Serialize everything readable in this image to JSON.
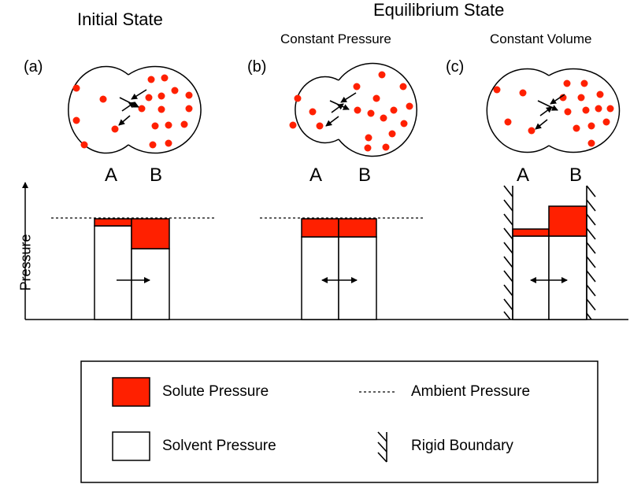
{
  "titles": {
    "initial": "Initial State",
    "equilibrium": "Equilibrium State",
    "constant_pressure": "Constant Pressure",
    "constant_volume": "Constant Volume"
  },
  "panels": {
    "a": {
      "tag": "(a)",
      "left": "A",
      "right": "B"
    },
    "b": {
      "tag": "(b)",
      "left": "A",
      "right": "B"
    },
    "c": {
      "tag": "(c)",
      "left": "A",
      "right": "B"
    }
  },
  "axis": {
    "ylabel": "Pressure"
  },
  "legend": {
    "solute": "Solute Pressure",
    "solvent": "Solvent Pressure",
    "ambient": "Ambient Pressure",
    "rigid": "Rigid Boundary"
  },
  "colors": {
    "solute": "#ff2000",
    "line": "#000000",
    "background": "#ffffff"
  },
  "icons": {
    "flow_a": "arrow-right-icon",
    "flow_b": "double-arrow-icon",
    "flow_c": "double-arrow-icon",
    "rigid": "hatched-wall-icon"
  }
}
